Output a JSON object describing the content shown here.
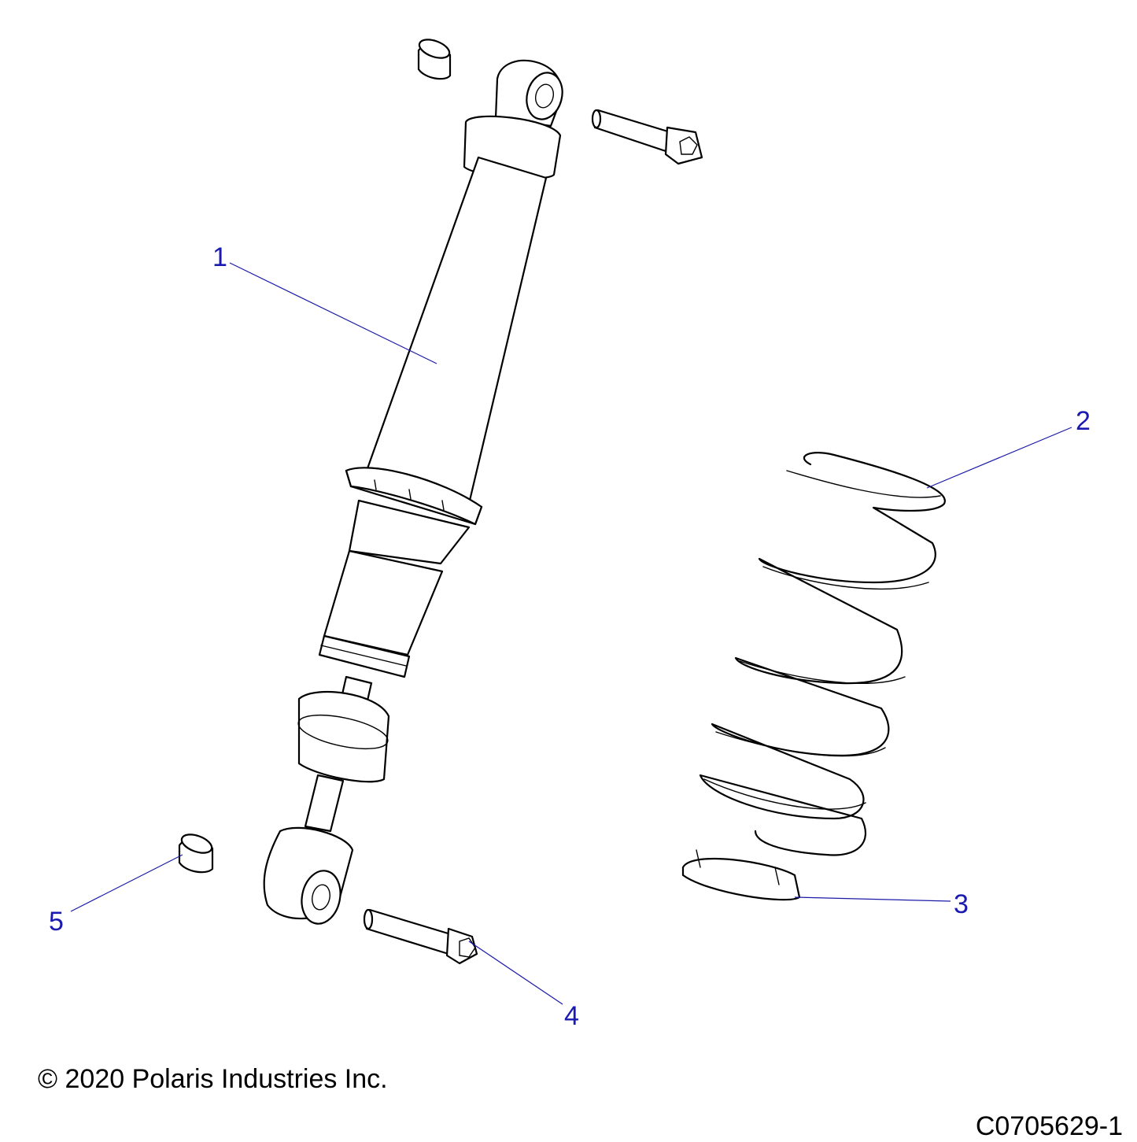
{
  "callouts": [
    {
      "number": "1",
      "part": "shock-absorber"
    },
    {
      "number": "2",
      "part": "coil-spring"
    },
    {
      "number": "3",
      "part": "spring-retainer"
    },
    {
      "number": "4",
      "part": "mounting-bolt"
    },
    {
      "number": "5",
      "part": "bushing"
    }
  ],
  "colors": {
    "parts_outline": "#000000",
    "callout": "#1a1ab0"
  },
  "footer": {
    "copyright": "© 2020 Polaris Industries Inc.",
    "figure_id": "C0705629-1"
  }
}
